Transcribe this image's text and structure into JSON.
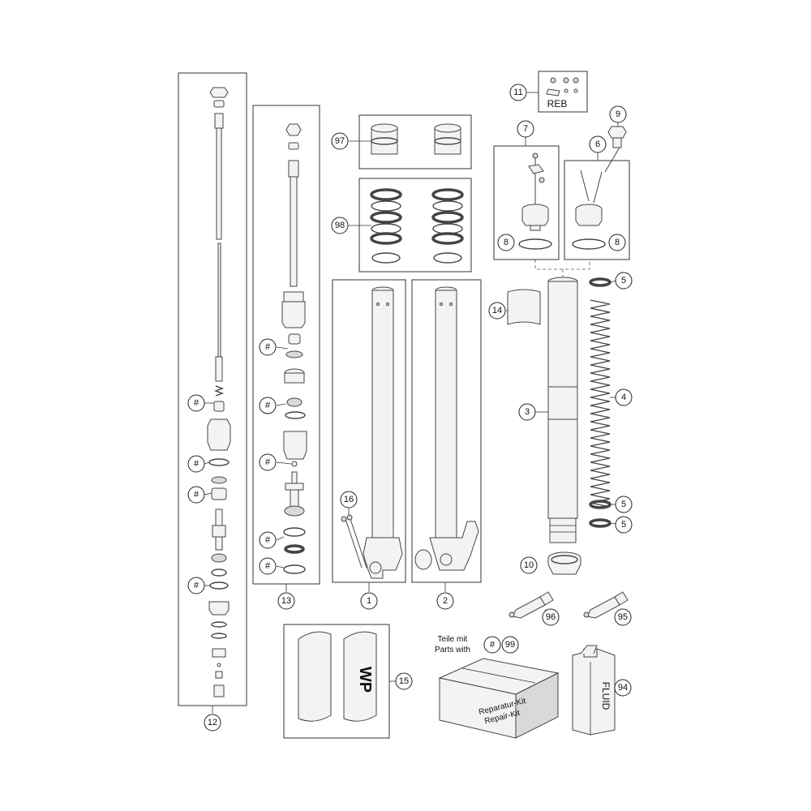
{
  "callouts": [
    {
      "id": "c1",
      "text": "1"
    },
    {
      "id": "c2",
      "text": "2"
    },
    {
      "id": "c3",
      "text": "3"
    },
    {
      "id": "c4",
      "text": "4"
    },
    {
      "id": "c5a",
      "text": "5"
    },
    {
      "id": "c5b",
      "text": "5"
    },
    {
      "id": "c5c",
      "text": "5"
    },
    {
      "id": "c6",
      "text": "6"
    },
    {
      "id": "c7",
      "text": "7"
    },
    {
      "id": "c8a",
      "text": "8"
    },
    {
      "id": "c8b",
      "text": "8"
    },
    {
      "id": "c9",
      "text": "9"
    },
    {
      "id": "c10",
      "text": "10"
    },
    {
      "id": "c11",
      "text": "11"
    },
    {
      "id": "c12",
      "text": "12"
    },
    {
      "id": "c13",
      "text": "13"
    },
    {
      "id": "c14",
      "text": "14"
    },
    {
      "id": "c15",
      "text": "15"
    },
    {
      "id": "c16",
      "text": "16"
    },
    {
      "id": "c94",
      "text": "94"
    },
    {
      "id": "c95",
      "text": "95"
    },
    {
      "id": "c96",
      "text": "96"
    },
    {
      "id": "c97",
      "text": "97"
    },
    {
      "id": "c98",
      "text": "98"
    },
    {
      "id": "c99",
      "text": "99"
    },
    {
      "id": "h1",
      "text": "#"
    },
    {
      "id": "h2",
      "text": "#"
    },
    {
      "id": "h3",
      "text": "#"
    },
    {
      "id": "h4",
      "text": "#"
    },
    {
      "id": "h5",
      "text": "#"
    },
    {
      "id": "h6",
      "text": "#"
    },
    {
      "id": "h7",
      "text": "#"
    },
    {
      "id": "h8",
      "text": "#"
    },
    {
      "id": "h9",
      "text": "#"
    },
    {
      "id": "h10",
      "text": "#"
    },
    {
      "id": "h11",
      "text": "#"
    }
  ],
  "labels": {
    "reb": "REB",
    "teile_mit": "Teile mit",
    "parts_with": "Parts with",
    "reparatur_kit": "Reparatur-Kit",
    "repair_kit": "Repair-Kit",
    "fluid": "FLUID",
    "wp": "WP"
  },
  "colors": {
    "line": "#333333",
    "fill": "#f3f3f3",
    "background": "#ffffff"
  }
}
